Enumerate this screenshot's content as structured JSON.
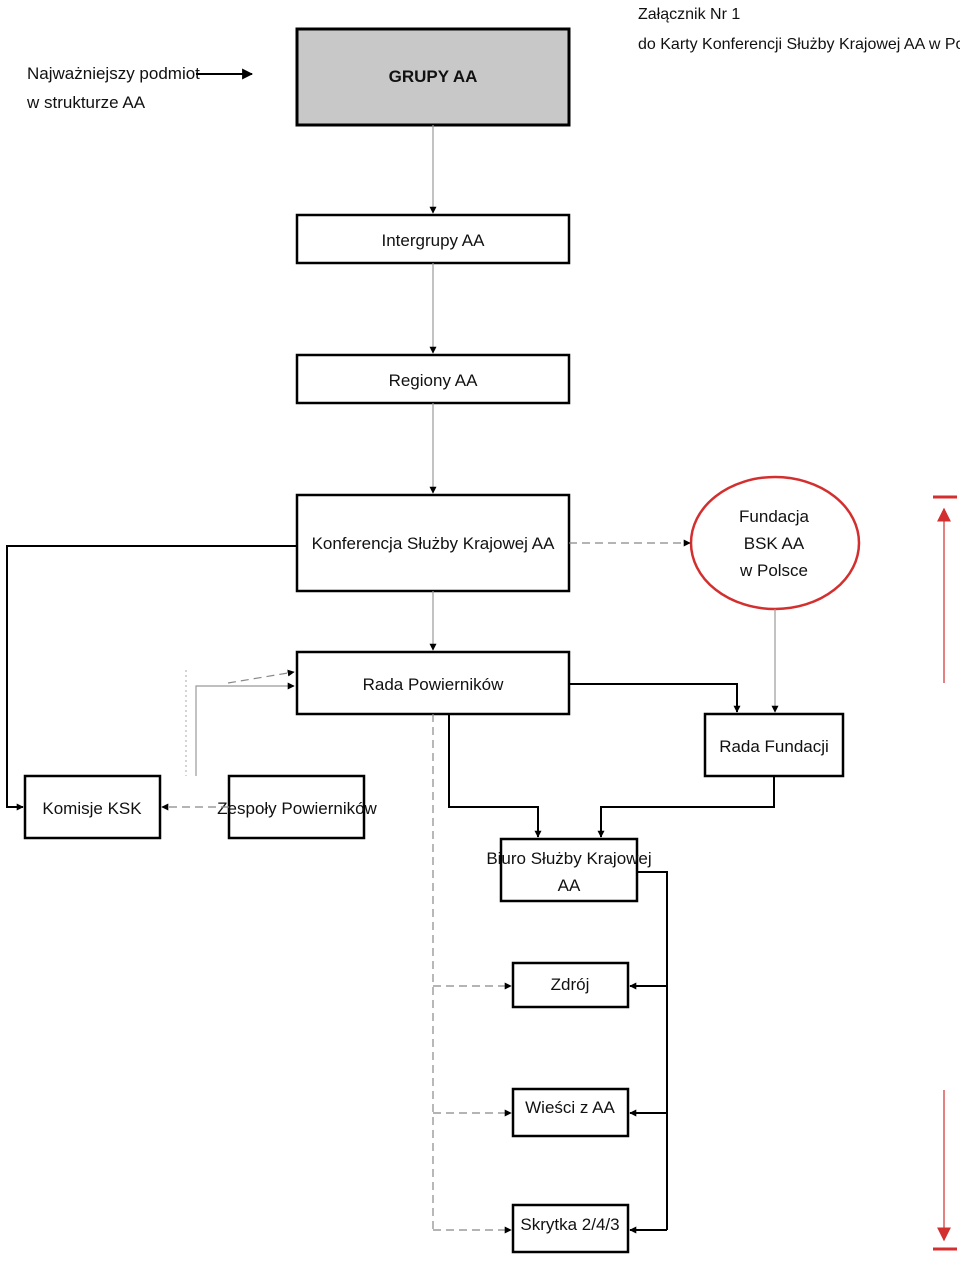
{
  "header": {
    "title": "Załącznik Nr 1",
    "subtitle": "do Karty Konferencji Służby Krajowej AA w Polsce"
  },
  "legend": {
    "line1": "Najważniejszy podmiot",
    "line2": "w strukturze AA"
  },
  "nodes": {
    "grupy": "GRUPY AA",
    "intergrupy": "Intergrupy AA",
    "regiony": "Regiony AA",
    "konferencja": "Konferencja Służby Krajowej AA",
    "fundacja_line1": "Fundacja",
    "fundacja_line2": "BSK AA",
    "fundacja_line3": "w Polsce",
    "rada_powiernikow": "Rada Powierników",
    "rada_fundacji": "Rada Fundacji",
    "komisje": "Komisje KSK",
    "zespoly": "Zespoły Powierników",
    "biuro_line1": "Biuro Służby Krajowej",
    "biuro_line2": "AA",
    "zdroj": "Zdrój",
    "wiesci": "Wieści z AA",
    "skrytka": "Skrytka 2/4/3"
  },
  "colors": {
    "accent": "#d32f2f",
    "highlight_fill": "#c8c8c8",
    "line": "#000000",
    "dashed_line": "#888888"
  }
}
